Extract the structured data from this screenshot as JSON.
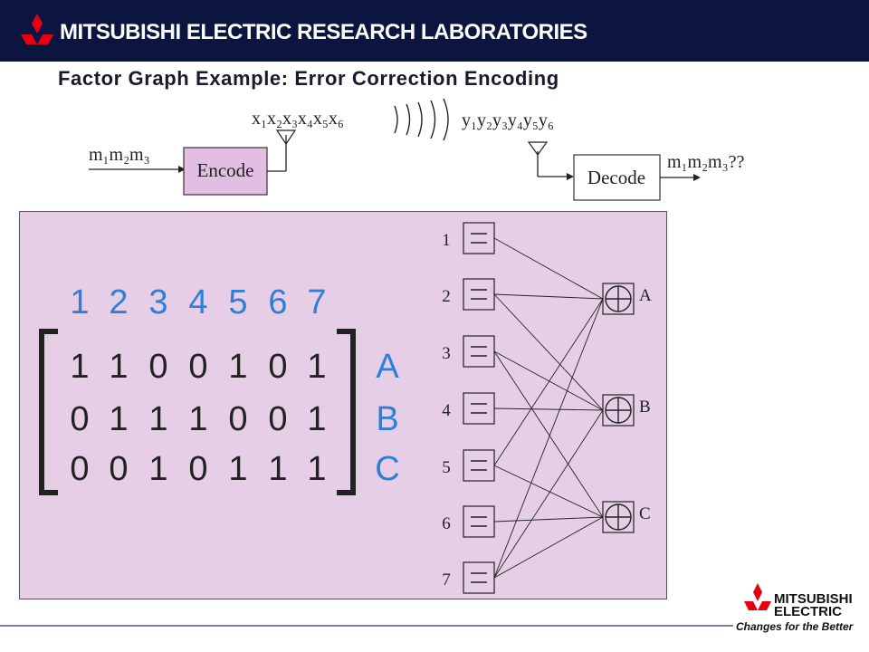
{
  "header": {
    "text": "MITSUBISHI ELECTRIC RESEARCH LABORATORIES",
    "logo": "three-diamonds-icon"
  },
  "slide_title": "Factor Graph Example: Error Correction Encoding",
  "pipeline": {
    "input_label": "m₁m₂m₃",
    "encode_label": "Encode",
    "transmit_label": "x₁x₂x₃x₄x₅x₆",
    "receive_label": "y₁y₂y₃y₄y₅y₆",
    "decode_label": "Decode",
    "output_label": "m₁m₂m₃??"
  },
  "matrix": {
    "column_labels": [
      "1",
      "2",
      "3",
      "4",
      "5",
      "6",
      "7"
    ],
    "row_labels": [
      "A",
      "B",
      "C"
    ],
    "rows": [
      [
        "1",
        "1",
        "0",
        "0",
        "1",
        "0",
        "1"
      ],
      [
        "0",
        "1",
        "1",
        "1",
        "0",
        "0",
        "1"
      ],
      [
        "0",
        "0",
        "1",
        "0",
        "1",
        "1",
        "1"
      ]
    ]
  },
  "factor_graph": {
    "variable_labels": [
      "1",
      "2",
      "3",
      "4",
      "5",
      "6",
      "7"
    ],
    "check_labels": [
      "A",
      "B",
      "C"
    ]
  },
  "footer": {
    "brand_line1": "MITSUBISHI",
    "brand_line2": "ELECTRIC",
    "tagline": "Changes for the Better"
  },
  "colors": {
    "header_bg": "#0c1440",
    "panel_bg": "#e6cfe6",
    "matrix_blue": "#2f7fd8",
    "encode_box": "#e2bfe2"
  }
}
